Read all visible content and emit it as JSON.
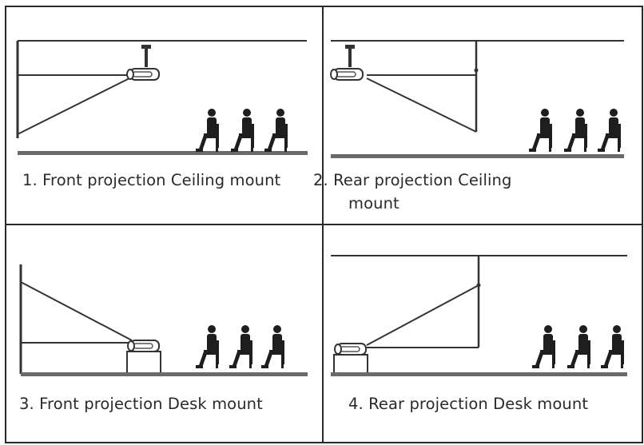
{
  "diagram": {
    "panels": [
      {
        "id": "front-ceiling",
        "caption": "1. Front projection Ceiling mount"
      },
      {
        "id": "rear-ceiling",
        "caption_line1": "2. Rear projection Ceiling",
        "caption_line2": "mount"
      },
      {
        "id": "front-desk",
        "caption": "3. Front projection Desk mount"
      },
      {
        "id": "rear-desk",
        "caption": "4. Rear projection Desk mount"
      }
    ],
    "colors": {
      "line": "#333333",
      "floor": "#6a6a6a",
      "figure": "#1e1e1e",
      "border": "#2a2a2a"
    }
  }
}
